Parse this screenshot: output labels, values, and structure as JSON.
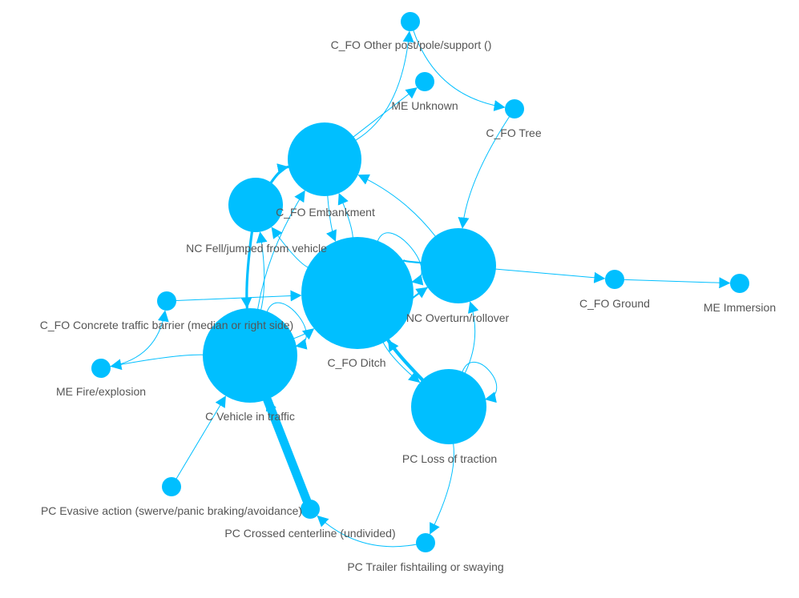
{
  "diagram": {
    "node_color": "#00bfff",
    "label_color": "#555555",
    "nodes": [
      {
        "id": "embankment",
        "label": "C_FO  Embankment"
      },
      {
        "id": "fell",
        "label": "NC  Fell/jumped from vehicle"
      },
      {
        "id": "ditch",
        "label": "C_FO  Ditch"
      },
      {
        "id": "overturn",
        "label": "NC  Overturn/rollover"
      },
      {
        "id": "vehicle",
        "label": "C  Vehicle in traffic"
      },
      {
        "id": "traction",
        "label": "PC  Loss of traction"
      },
      {
        "id": "pole",
        "label": "C_FO  Other post/pole/support ()"
      },
      {
        "id": "unknown",
        "label": "ME  Unknown"
      },
      {
        "id": "tree",
        "label": "C_FO  Tree"
      },
      {
        "id": "ground",
        "label": "C_FO  Ground"
      },
      {
        "id": "immersion",
        "label": "ME  Immersion"
      },
      {
        "id": "barrier",
        "label": "C_FO  Concrete traffic barrier (median or right side)"
      },
      {
        "id": "fire",
        "label": "ME  Fire/explosion"
      },
      {
        "id": "evasive",
        "label": "PC  Evasive action (swerve/panic braking/avoidance)"
      },
      {
        "id": "centerline",
        "label": "PC  Crossed centerline (undivided)"
      },
      {
        "id": "trailer",
        "label": "PC  Trailer fishtailing or swaying"
      }
    ],
    "edges": [
      {
        "from": "embankment",
        "to": "pole",
        "weight": 1
      },
      {
        "from": "pole",
        "to": "tree",
        "weight": 1
      },
      {
        "from": "tree",
        "to": "overturn",
        "weight": 1
      },
      {
        "from": "embankment",
        "to": "unknown",
        "weight": 1
      },
      {
        "from": "fell",
        "to": "embankment",
        "weight": 3
      },
      {
        "from": "fell",
        "to": "vehicle",
        "weight": 3
      },
      {
        "from": "vehicle",
        "to": "embankment",
        "weight": 1
      },
      {
        "from": "vehicle",
        "to": "fell",
        "weight": 1
      },
      {
        "from": "ditch",
        "to": "fell",
        "weight": 1
      },
      {
        "from": "embankment",
        "to": "ditch",
        "weight": 1
      },
      {
        "from": "ditch",
        "to": "embankment",
        "weight": 1
      },
      {
        "from": "overturn",
        "to": "embankment",
        "weight": 1
      },
      {
        "from": "ditch",
        "to": "overturn",
        "weight": 2
      },
      {
        "from": "overturn",
        "to": "ditch",
        "weight": 2
      },
      {
        "from": "ditch",
        "to": "ditch",
        "weight": 1
      },
      {
        "from": "vehicle",
        "to": "vehicle",
        "weight": 1
      },
      {
        "from": "traction",
        "to": "traction",
        "weight": 1
      },
      {
        "from": "overturn",
        "to": "ground",
        "weight": 1
      },
      {
        "from": "ground",
        "to": "immersion",
        "weight": 1
      },
      {
        "from": "traction",
        "to": "ditch",
        "weight": 4
      },
      {
        "from": "ditch",
        "to": "traction",
        "weight": 1
      },
      {
        "from": "traction",
        "to": "overturn",
        "weight": 1
      },
      {
        "from": "traction",
        "to": "trailer",
        "weight": 1
      },
      {
        "from": "trailer",
        "to": "centerline",
        "weight": 1
      },
      {
        "from": "centerline",
        "to": "vehicle",
        "weight": 10
      },
      {
        "from": "evasive",
        "to": "vehicle",
        "weight": 1
      },
      {
        "from": "vehicle",
        "to": "fire",
        "weight": 1
      },
      {
        "from": "fire",
        "to": "barrier",
        "weight": 1
      },
      {
        "from": "barrier",
        "to": "ditch",
        "weight": 1
      },
      {
        "from": "vehicle",
        "to": "ditch",
        "weight": 1
      }
    ]
  }
}
